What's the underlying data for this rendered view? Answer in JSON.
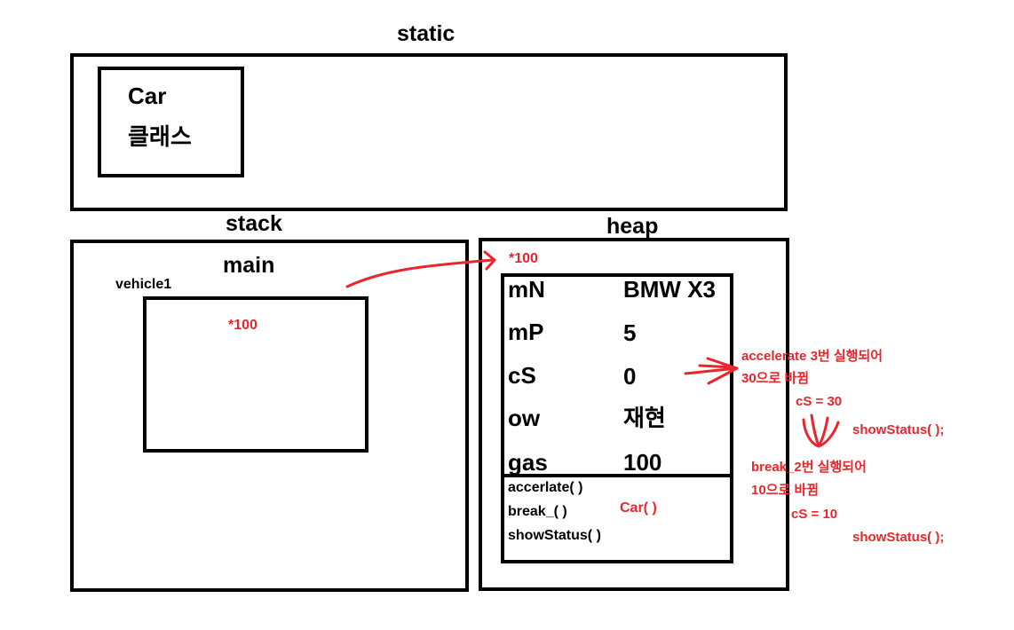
{
  "sections": {
    "static": {
      "label": "static",
      "class_name": "Car",
      "class_label": "클래스"
    },
    "stack": {
      "label": "stack",
      "frame": "main",
      "var_name": "vehicle1",
      "var_value": "*100"
    },
    "heap": {
      "label": "heap",
      "address": "*100",
      "fields": [
        {
          "name": "mN",
          "value": "BMW X3"
        },
        {
          "name": "mP",
          "value": "5"
        },
        {
          "name": "cS",
          "value": "0"
        },
        {
          "name": "ow",
          "value": "재현"
        },
        {
          "name": "gas",
          "value": "100"
        }
      ],
      "methods": [
        "accerlate( )",
        "break_( )",
        "showStatus( )"
      ],
      "constructor": "Car( )"
    }
  },
  "annotations": {
    "accel_line1": "accelerate 3번 실행되어",
    "accel_line2": "30으로 바뀜",
    "accel_result": "cS = 30",
    "accel_call": "showStatus( );",
    "break_line1": "break_2번 실행되어",
    "break_line2": "10으로 바뀜",
    "break_result": "cS = 10",
    "break_call": "showStatus( );"
  },
  "colors": {
    "annotation": "#e8262b",
    "outline": "#000000",
    "background": "#ffffff"
  }
}
